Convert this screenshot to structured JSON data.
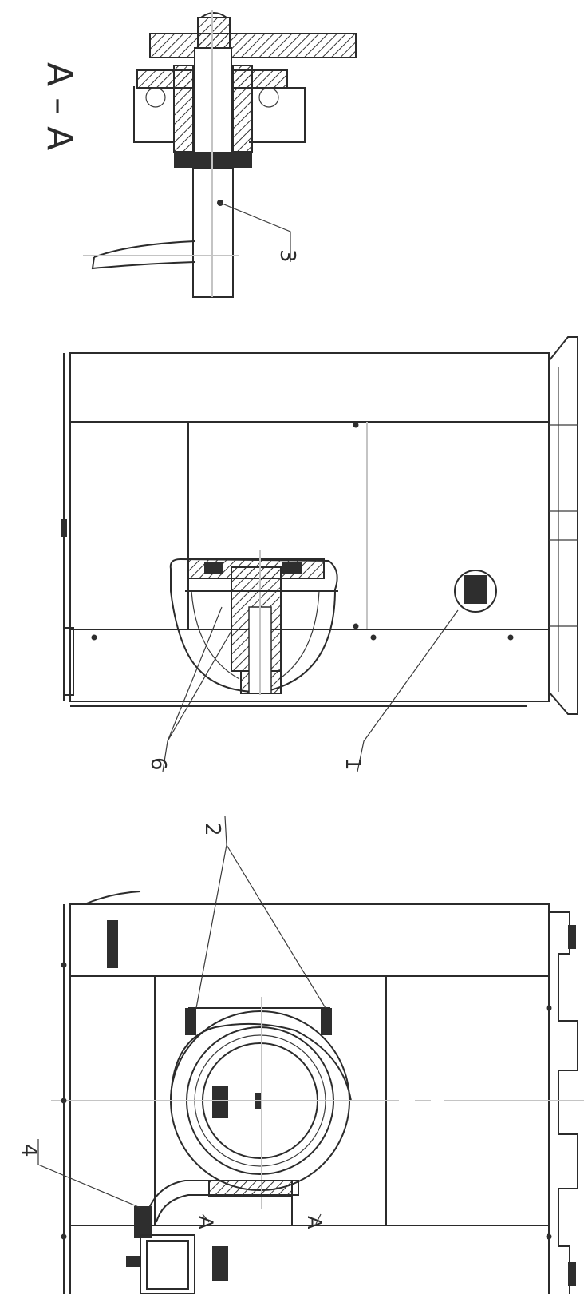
{
  "section_view": {
    "title": "A – A",
    "callouts": [
      "3"
    ]
  },
  "middle_view": {
    "callouts": [
      "6",
      "1"
    ]
  },
  "bottom_view": {
    "callouts": [
      "2",
      "4"
    ],
    "section_marks": [
      "A",
      "A"
    ]
  }
}
